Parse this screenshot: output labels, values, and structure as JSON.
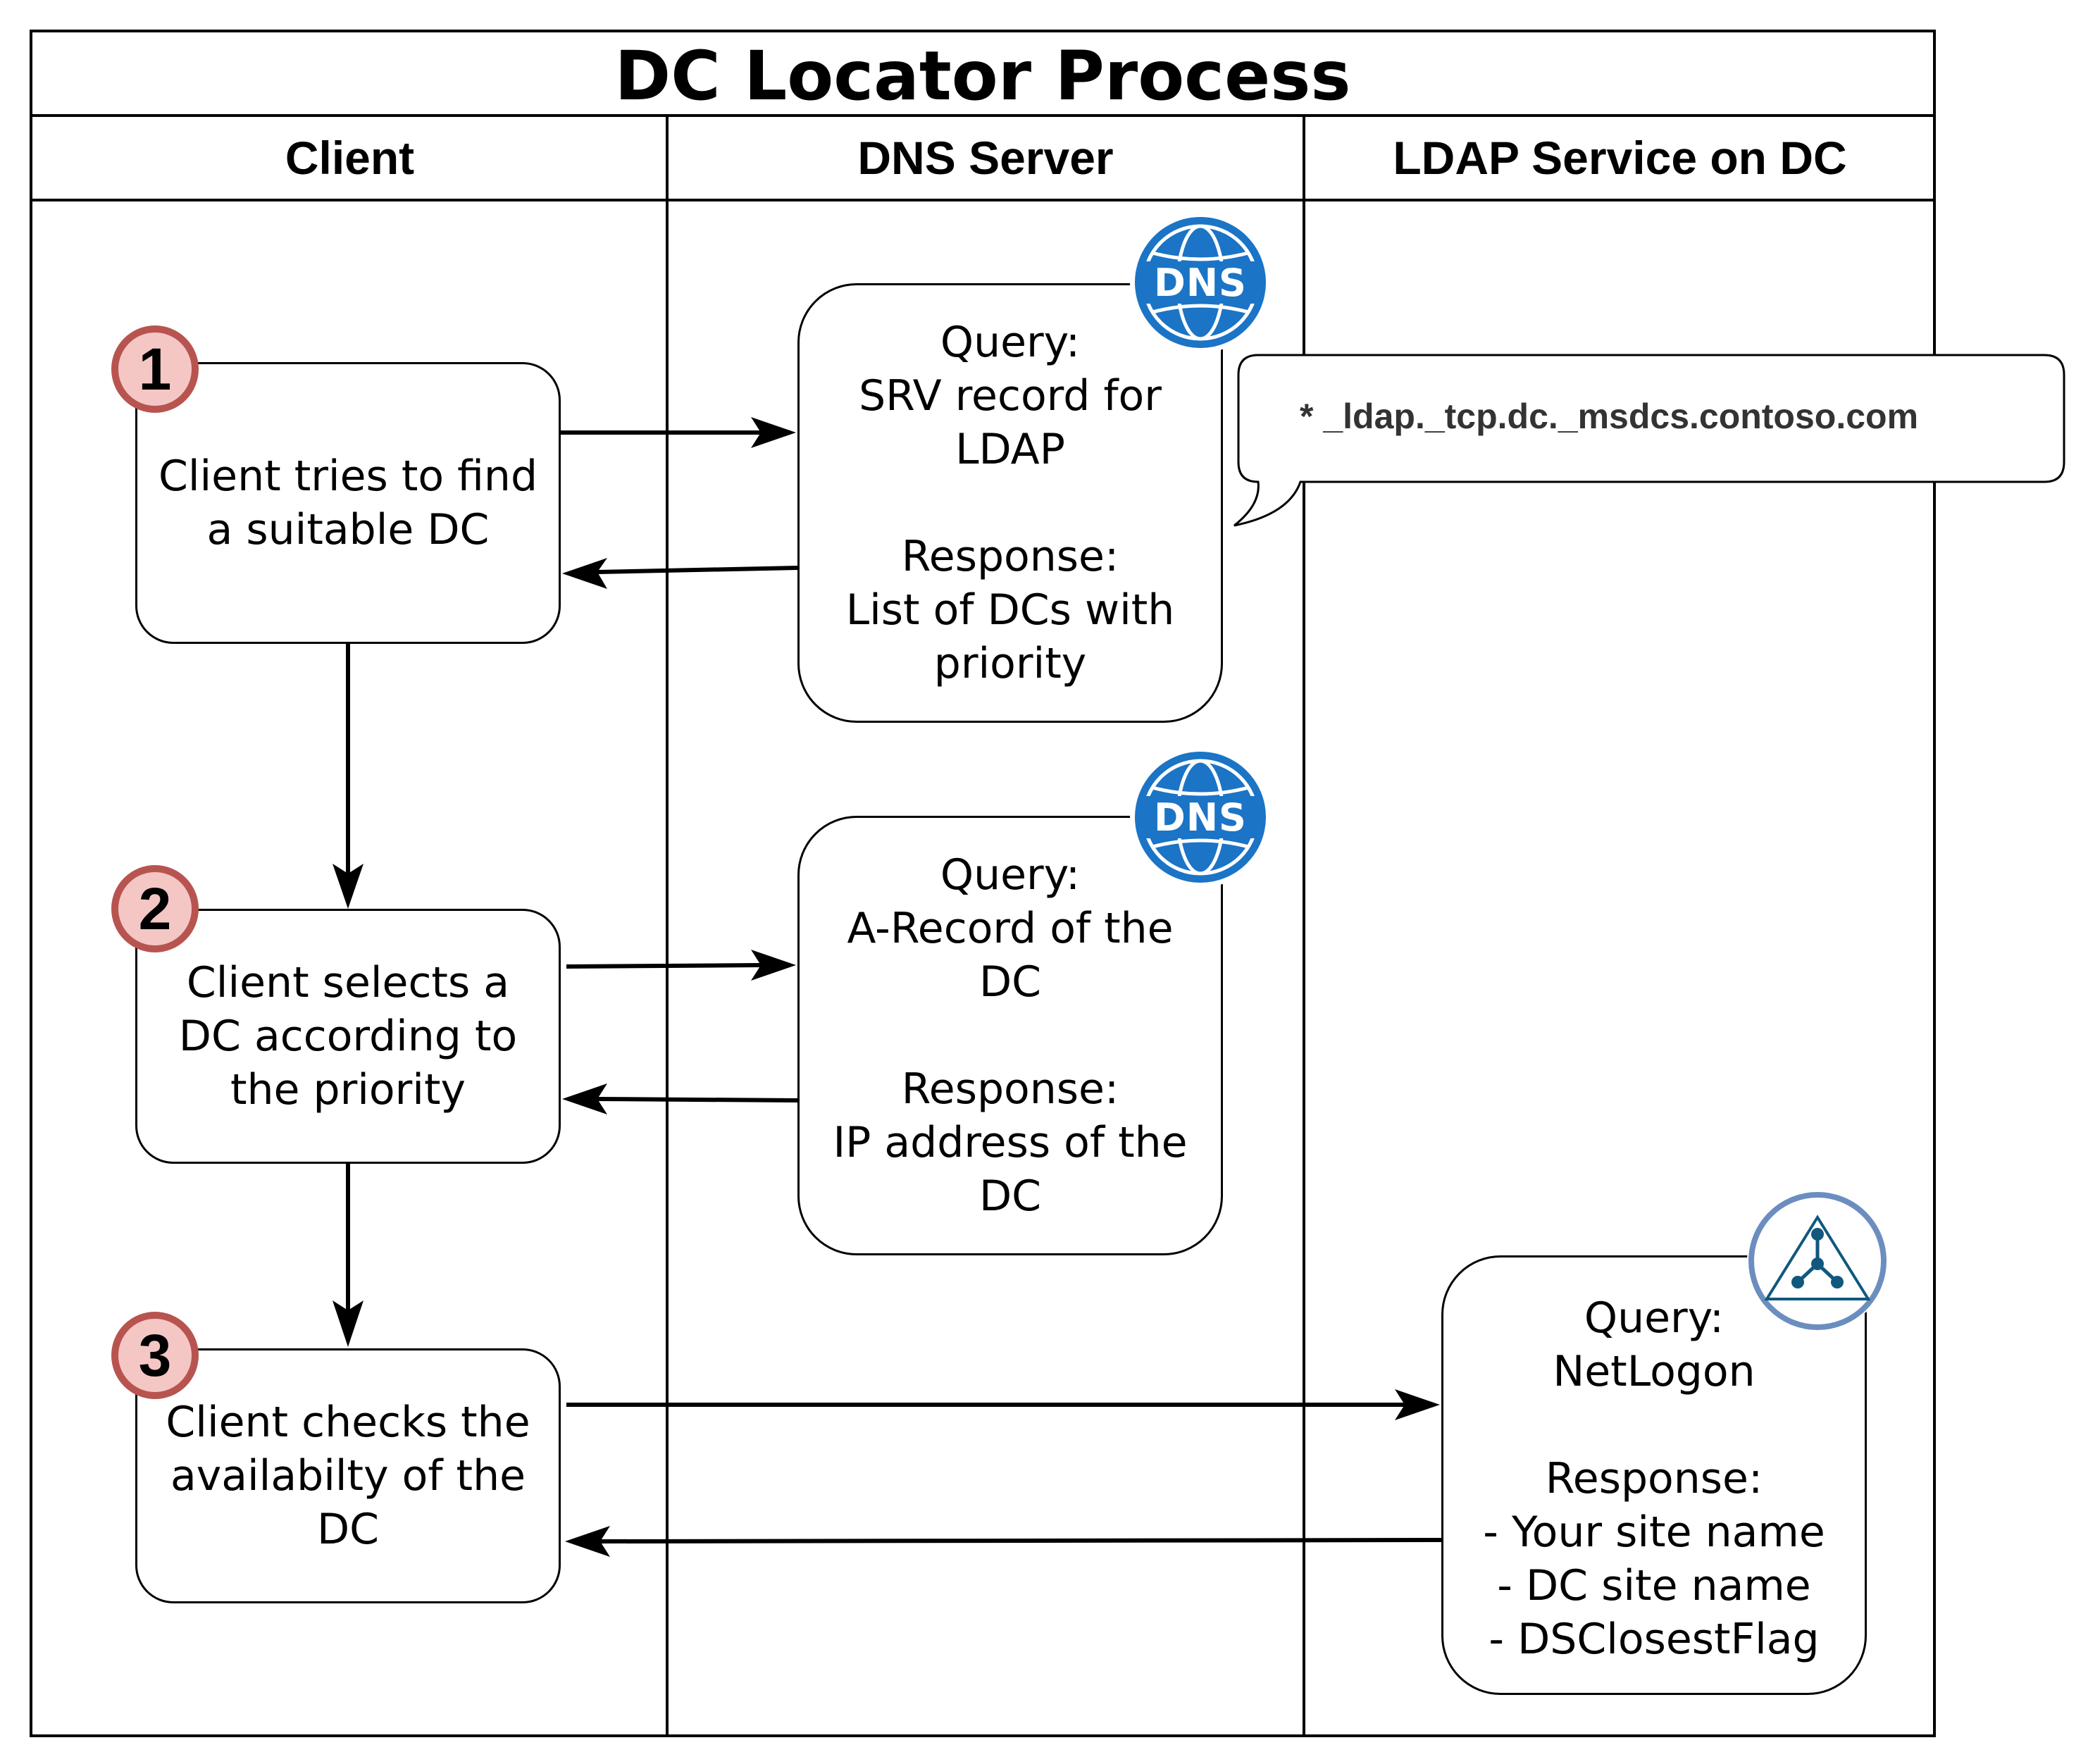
{
  "title": "DC Locator Process",
  "lanes": {
    "client": "Client",
    "dns": "DNS Server",
    "ldap": "LDAP Service on DC"
  },
  "steps": [
    {
      "number": "1",
      "text": "Client tries to find\na suitable DC"
    },
    {
      "number": "2",
      "text": "Client selects a\nDC according to\nthe priority"
    },
    {
      "number": "3",
      "text": "Client checks the\navailabilty of the\nDC"
    }
  ],
  "dns_boxes": [
    {
      "text": "Query:\nSRV record for\nLDAP\n\nResponse:\nList of DCs with\npriority",
      "icon_label": "DNS"
    },
    {
      "text": "Query:\nA-Record of the\nDC\n\nResponse:\nIP address of the\nDC",
      "icon_label": "DNS"
    }
  ],
  "ldap_box": {
    "text": "Query:\nNetLogon\n\nResponse:\n- Your site name\n- DC site name\n- DSClosestFlag"
  },
  "callout": {
    "text": "* _ldap._tcp.dc._msdcs.contoso.com"
  },
  "colors": {
    "badge_fill": "#f4c7c5",
    "badge_border": "#b85450",
    "dns_icon": "#1b74c6",
    "ldap_icon_ring": "#6c8ebf",
    "ldap_icon_mark": "#10587e"
  }
}
